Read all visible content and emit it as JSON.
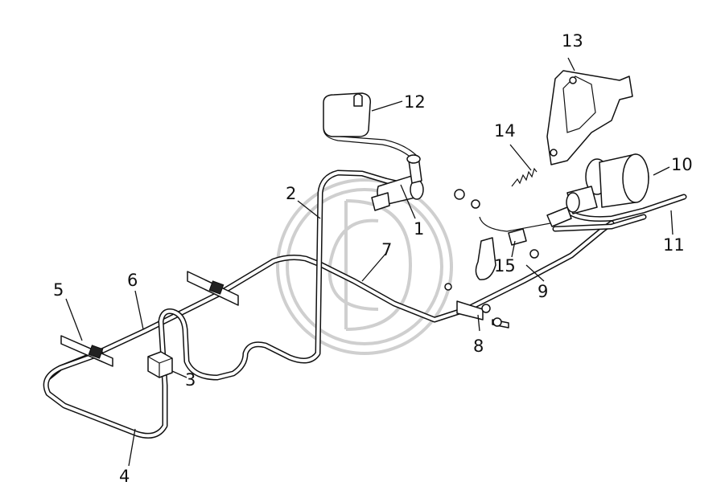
{
  "callouts": [
    {
      "id": "1",
      "label": "1"
    },
    {
      "id": "2",
      "label": "2"
    },
    {
      "id": "3",
      "label": "3"
    },
    {
      "id": "4",
      "label": "4"
    },
    {
      "id": "5",
      "label": "5"
    },
    {
      "id": "6",
      "label": "6"
    },
    {
      "id": "7",
      "label": "7"
    },
    {
      "id": "8",
      "label": "8"
    },
    {
      "id": "9",
      "label": "9"
    },
    {
      "id": "10",
      "label": "10"
    },
    {
      "id": "11",
      "label": "11"
    },
    {
      "id": "12",
      "label": "12"
    },
    {
      "id": "13",
      "label": "13"
    },
    {
      "id": "14",
      "label": "14"
    },
    {
      "id": "15",
      "label": "15"
    }
  ],
  "colors": {
    "line": "#111111",
    "watermark": "#cfcfcf",
    "background": "#ffffff"
  }
}
